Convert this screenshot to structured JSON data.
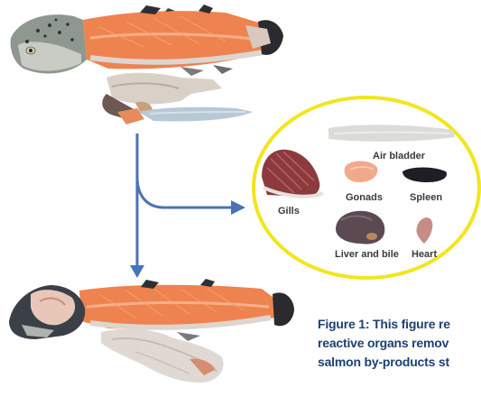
{
  "organ_labels": {
    "air_bladder": "Air bladder",
    "gills": "Gills",
    "gonads": "Gonads",
    "spleen": "Spleen",
    "liver_and_bile": "Liver and bile",
    "heart": "Heart"
  },
  "caption": {
    "line1": "Figure 1: This figure re",
    "line2": "reactive organs remov",
    "line3": "salmon by-products st"
  },
  "colors": {
    "arrow": "#4a72b8",
    "ellipse_border": "#f2e51e",
    "caption_text": "#1f3f72"
  }
}
